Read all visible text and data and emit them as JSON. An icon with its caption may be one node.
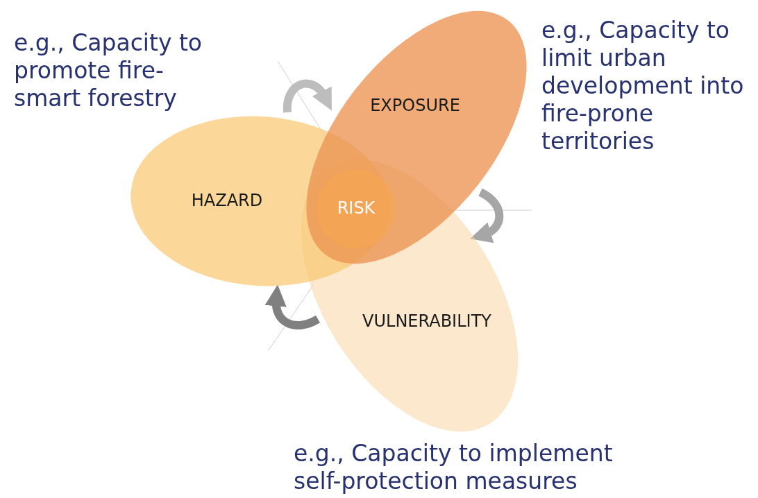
{
  "diagram": {
    "nodes": [
      {
        "text": [
          "EXPOSURE"
        ]
      },
      {
        "text": [
          "HAZARD"
        ]
      },
      {
        "text": [
          "RISK"
        ]
      },
      {
        "text": [
          "VULNERABILITY"
        ]
      }
    ],
    "labels": [
      "e.g., Capacity to promote fire-smart forestry",
      "e.g., Capacity to limit urban development into fire-prone territories",
      "e.g., Capacity to implement self-protection measures"
    ]
  }
}
